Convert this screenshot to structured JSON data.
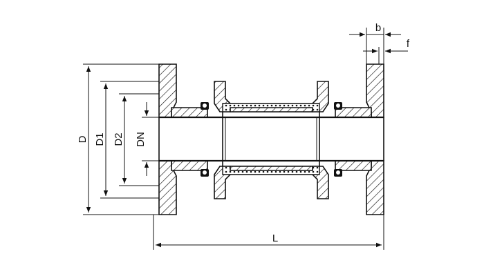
{
  "drawing": {
    "labels": {
      "D": "D",
      "D1": "D1",
      "D2": "D2",
      "DN": "DN",
      "L": "L",
      "b": "b",
      "f": "f"
    }
  }
}
